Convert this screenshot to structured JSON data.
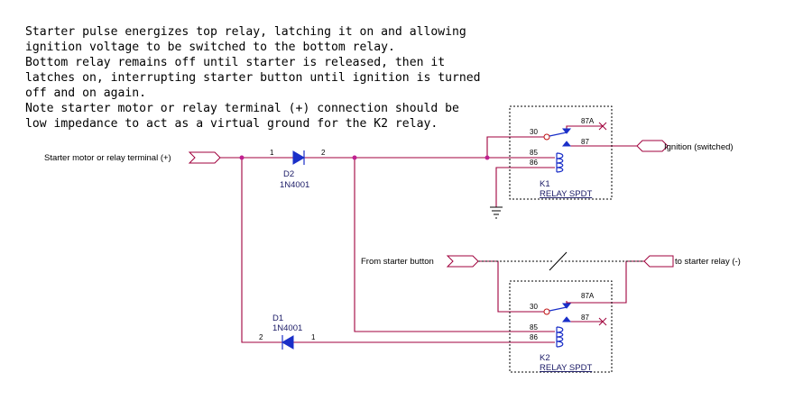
{
  "notes": [
    "Starter pulse energizes top relay, latching it on and allowing",
    "ignition voltage to be switched to the bottom relay.",
    "Bottom relay remains off until starter is released, then it",
    "latches on, interrupting starter button until ignition is turned",
    "off and on again.",
    "Note starter motor or relay terminal (+) connection should be",
    "low impedance to act as a virtual ground for the K2 relay."
  ],
  "ports": {
    "starter_terminal": "Starter motor or relay terminal (+)",
    "ignition": "Ignition (switched)",
    "from_button": "From starter button",
    "to_starter_relay": "to starter relay (-)"
  },
  "diodes": {
    "d2": {
      "ref": "D2",
      "part": "1N4001",
      "pin_a": "1",
      "pin_k": "2"
    },
    "d1": {
      "ref": "D1",
      "part": "1N4001",
      "pin_k": "2",
      "pin_a": "1"
    }
  },
  "relays": {
    "k1": {
      "ref": "K1",
      "type": "RELAY SPDT",
      "p30": "30",
      "p87a": "87A",
      "p87": "87",
      "p85": "85",
      "p86": "86"
    },
    "k2": {
      "ref": "K2",
      "type": "RELAY SPDT",
      "p30": "30",
      "p87a": "87A",
      "p87": "87",
      "p85": "85",
      "p86": "86"
    }
  }
}
